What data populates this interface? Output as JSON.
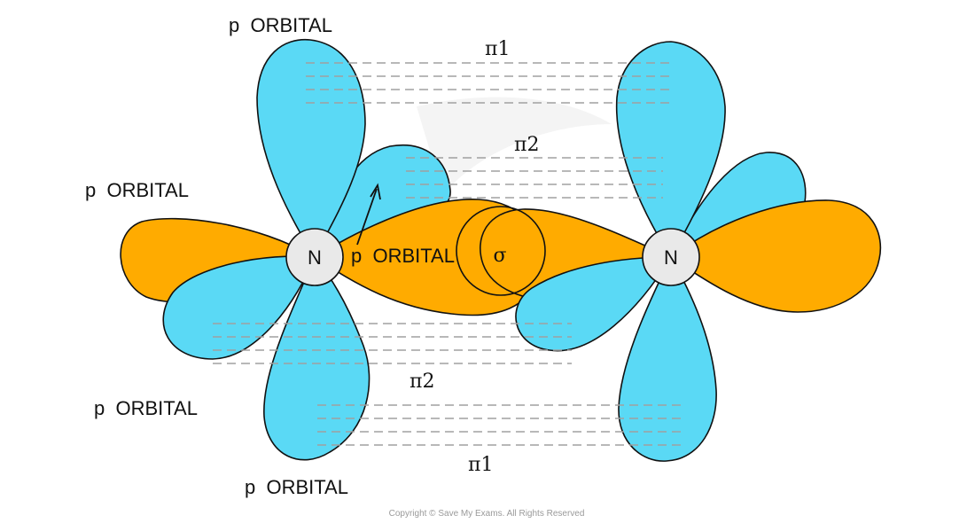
{
  "labels": {
    "p_orbital_top": "p  ORBITAL",
    "p_orbital_left": "p  ORBITAL",
    "p_orbital_center": "p  ORBITAL",
    "p_orbital_lower_left": "p  ORBITAL",
    "p_orbital_bottom": "p  ORBITAL"
  },
  "bonds": {
    "pi1_top": "π1",
    "pi2_upper": "π2",
    "pi2_lower": "π2",
    "pi1_bottom": "π1",
    "sigma": "σ"
  },
  "atoms": {
    "left": "N",
    "right": "N"
  },
  "copyright": "Copyright © Save My Exams. All Rights Reserved",
  "colors": {
    "p_orbital_vertical": "#5ad9f5",
    "p_orbital_axial": "#ffab00",
    "atom_fill": "#e9e9e9",
    "bond_dash": "#a0a0a0"
  }
}
